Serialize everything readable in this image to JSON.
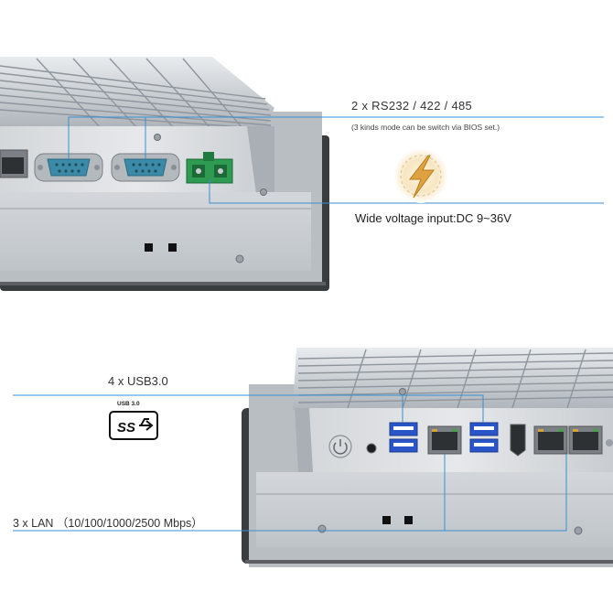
{
  "captions": {
    "serial": "2 x RS232 / 422 / 485",
    "serial_note": "(3 kinds mode can be switch via BIOS set.)",
    "power": "Wide voltage input:DC 9~36V",
    "usb": "4 x USB3.0",
    "lan": "3 x LAN （10/100/1000/2500 Mbps）"
  },
  "logos": {
    "usb_label": "USB 3.0",
    "usb_mark": "SS"
  },
  "icons": {
    "power": "lightning-bolt-icon",
    "usb": "superspeed-usb-icon"
  },
  "colors": {
    "callout_line": "#3a8fd0",
    "bolt": "#e0a240",
    "serial_port": "#3b8aa8",
    "terminal_block": "#2e9a52",
    "usb_port": "#2a55c8",
    "chassis": "#c4c9cf"
  }
}
